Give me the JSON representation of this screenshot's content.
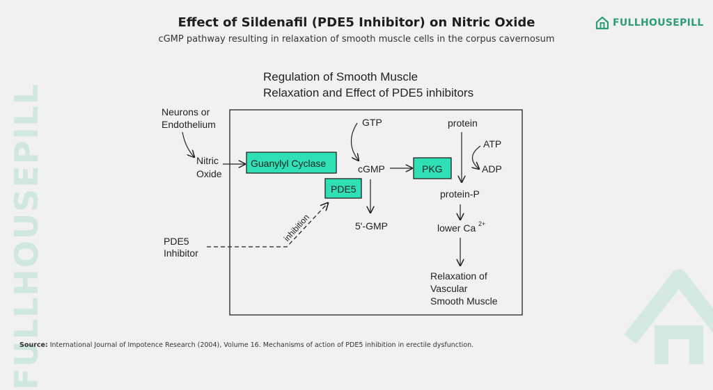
{
  "header": {
    "title": "Effect of Sildenafil (PDE5 Inhibitor) on Nitric Oxide",
    "subtitle": "cGMP pathway resulting in relaxation of smooth muscle cells in the corpus cavernosum"
  },
  "brand": {
    "logo_text": "FULLHOUSEPILL",
    "watermark_text": "FULLHOUSEPILL",
    "accent_color": "#2e9c7c"
  },
  "diagram": {
    "title_line1": "Regulation of Smooth Muscle",
    "title_line2": "Relaxation and Effect of PDE5 inhibitors",
    "box_color": "#2ee0b4",
    "labels": {
      "neurons_line1": "Neurons or",
      "neurons_line2": "Endothelium",
      "nitric_line1": "Nitric",
      "nitric_line2": "Oxide",
      "guanylyl": "Guanylyl Cyclase",
      "gtp": "GTP",
      "cgmp": "cGMP",
      "pkg": "PKG",
      "pde5": "PDE5",
      "gmp": "5'-GMP",
      "inhibition": "inhibition",
      "pde5_inhibitor_line1": "PDE5",
      "pde5_inhibitor_line2": "Inhibitor",
      "protein": "protein",
      "atp": "ATP",
      "adp": "ADP",
      "protein_p": "protein-P",
      "lower_ca": "lower Ca",
      "ca_charge": "2+",
      "relax_line1": "Relaxation of",
      "relax_line2": "Vascular",
      "relax_line3": "Smooth Muscle"
    }
  },
  "source": {
    "label": "Source:",
    "text": "International Journal of Impotence Research (2004), Volume 16. Mechanisms of action of PDE5 inhibition in erectile dysfunction."
  }
}
